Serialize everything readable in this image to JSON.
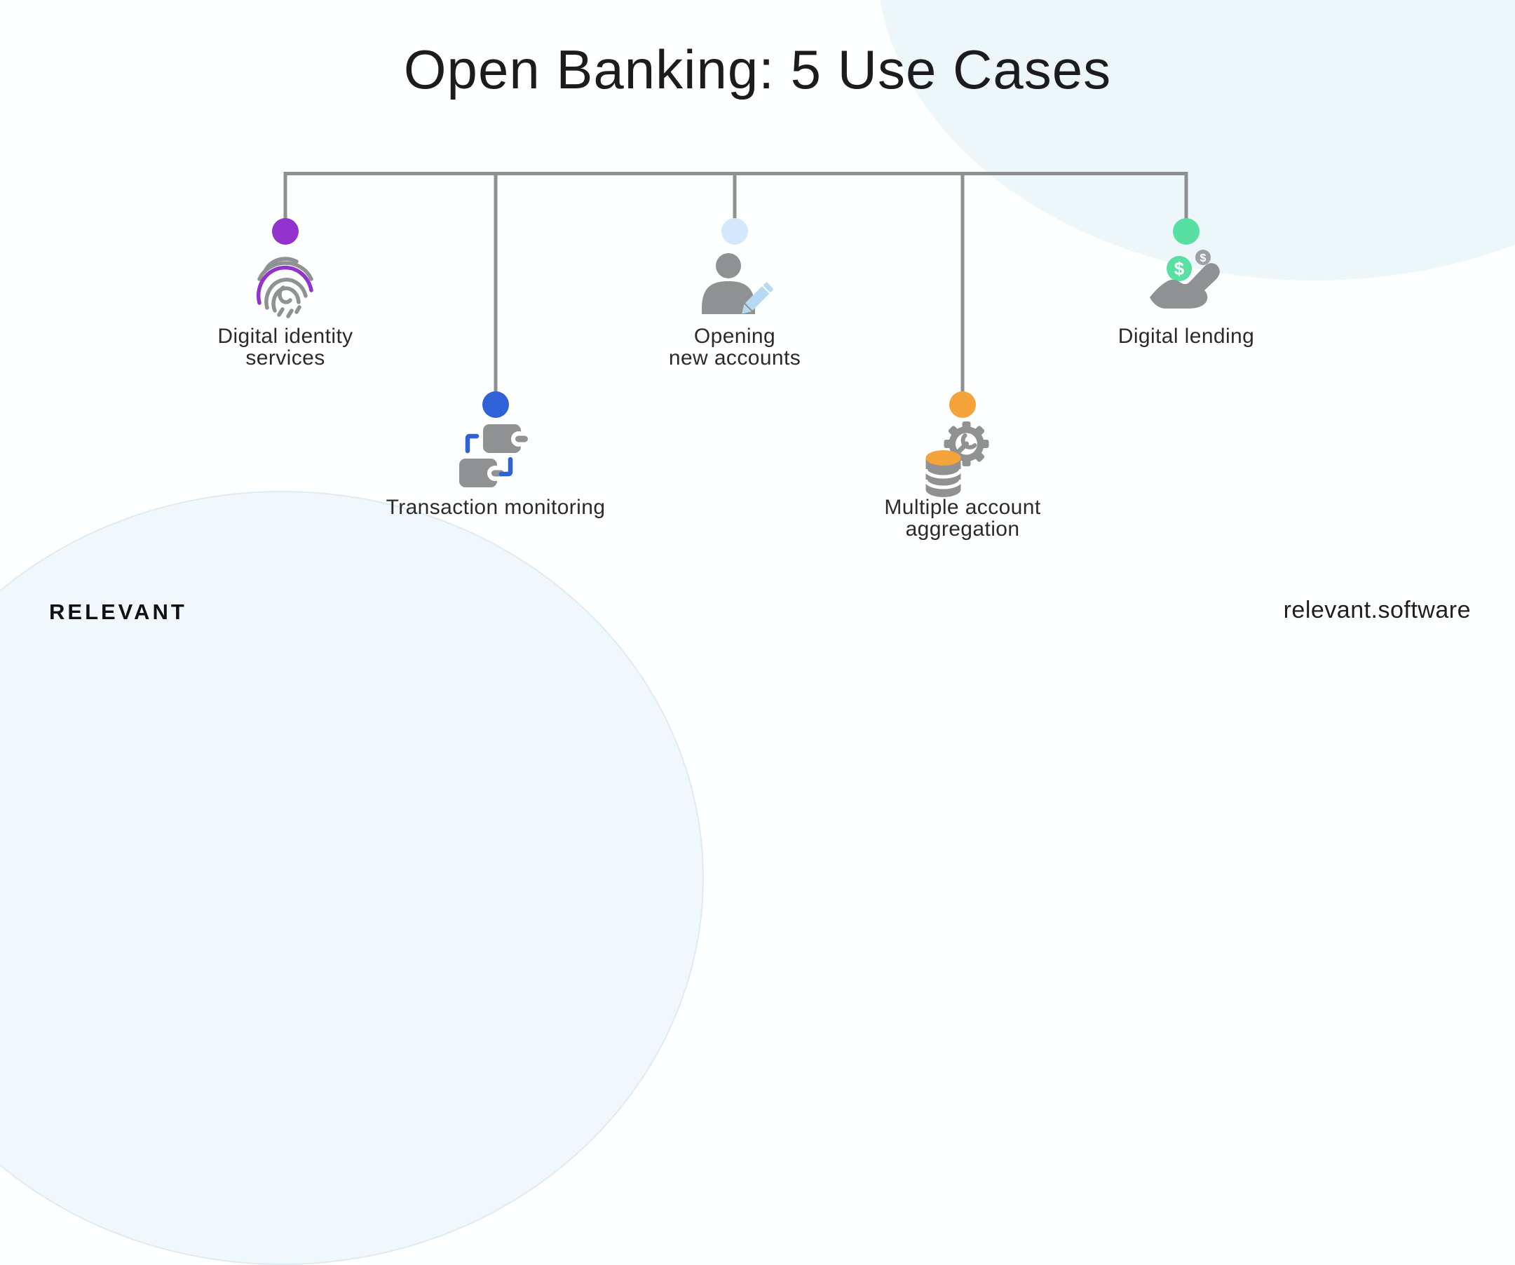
{
  "title": "Open Banking: 5 Use Cases",
  "use_cases": [
    {
      "label": "Digital identity\nservices",
      "dot_color": "#9333CE",
      "icon": "fingerprint-icon"
    },
    {
      "label": "Transaction monitoring",
      "dot_color": "#2F62D6",
      "icon": "wallets-transfer-icon"
    },
    {
      "label": "Opening\nnew accounts",
      "dot_color": "#D3E8FB",
      "icon": "person-signup-icon"
    },
    {
      "label": "Multiple account\naggregation",
      "dot_color": "#F5A33B",
      "icon": "database-gear-icon"
    },
    {
      "label": "Digital lending",
      "dot_color": "#58E0A2",
      "icon": "hand-money-icon"
    }
  ],
  "icons": {
    "currency_symbol": "$"
  },
  "footer": {
    "brand": "RELEVANT",
    "website": "relevant.software"
  },
  "colors": {
    "connector_line": "#8E8F90",
    "icon_gray": "#8F9193",
    "accent_purple": "#9333CE",
    "accent_blue": "#2F62D6",
    "accent_pale_blue": "#D3E8FB",
    "accent_orange": "#F5A33B",
    "accent_green": "#58E0A2",
    "background_tint": "#E7F4F8",
    "title_text": "#1C1C1E",
    "label_text": "#2B2B2D"
  }
}
